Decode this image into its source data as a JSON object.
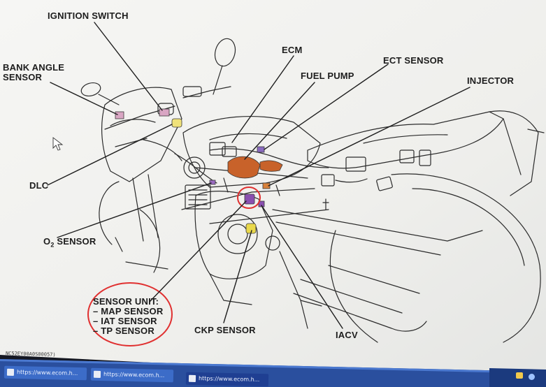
{
  "diagram": {
    "labels": {
      "ignition_switch": "IGNITION SWITCH",
      "bank_angle_sensor": "BANK ANGLE\nSENSOR",
      "ecm": "ECM",
      "fuel_pump": "FUEL PUMP",
      "ect_sensor": "ECT SENSOR",
      "injector": "INJECTOR",
      "dlc": "DLC",
      "o2_sensor": "O",
      "o2_sub": "2",
      "o2_rest": " SENSOR",
      "sensor_unit": "SENSOR UNIT:\n– MAP SENSOR\n– IAT SENSOR\n– TP SENSOR",
      "ckp_sensor": "CKP SENSOR",
      "iacv": "IACV"
    },
    "colors": {
      "ecm_highlight": "#c8622a",
      "sensor_unit_highlight": "#8a4fb0",
      "ckp_highlight": "#e9d84a",
      "circle_highlight": "#e03030",
      "paper": "#f4f4f1",
      "ink": "#262626"
    }
  },
  "taskbar": {
    "status_text": "NC52EY00A0S00057)",
    "buttons": [
      {
        "label": "https://www.ecom.h..."
      },
      {
        "label": "https://www.ecom.h..."
      },
      {
        "label": "https://www.ecom.h..."
      }
    ]
  }
}
